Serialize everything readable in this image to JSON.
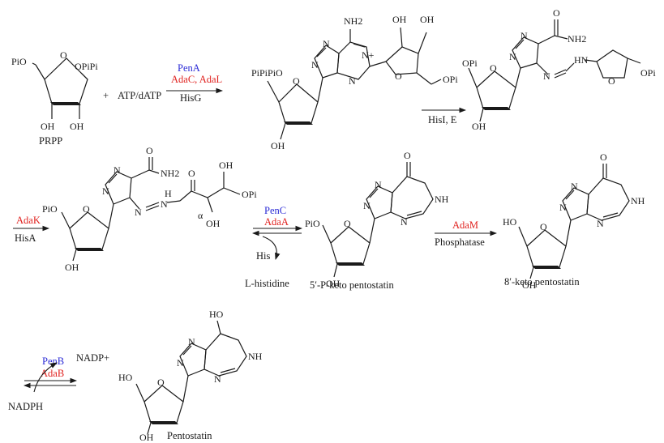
{
  "colors": {
    "enzyme_pen": "#2b2bd6",
    "enzyme_ada": "#e0221f",
    "ink": "#1a1a1a"
  },
  "prpp": {
    "name": "PRPP",
    "pio": "PiO",
    "opipi": "OPiPi",
    "oh1": "OH",
    "oh2": "OH"
  },
  "reactant": {
    "plus": "+",
    "atp": "ATP/dATP"
  },
  "step1": {
    "enz_pen": "PenA",
    "enz_ada": "AdaC, AdaL",
    "enz_his": "HisG"
  },
  "cmpd1": {
    "pipipio": "PiPiPiO",
    "nh2": "NH2",
    "oh_a": "OH",
    "oh_b": "OH",
    "opi": "OPi",
    "oh_base": "OH",
    "nplus": "N+"
  },
  "step2": {
    "enz_his": "HisI, E"
  },
  "cmpd2": {
    "opi_left": "OPi",
    "conh2": "NH2",
    "nh": "HN",
    "opi_right": "OPi",
    "oh_base": "OH"
  },
  "step3": {
    "enz_ada": "AdaK",
    "enz_his": "HisA"
  },
  "cmpd3": {
    "pio": "PiO",
    "nh2": "NH2",
    "alpha": "α",
    "opi": "OPi",
    "oh_a": "OH",
    "oh_b": "OH",
    "oh_base": "OH",
    "o_keto": "O",
    "nh": "N",
    "h": "H"
  },
  "step4": {
    "enz_pen": "PenC",
    "enz_ada": "AdaA",
    "his": "His",
    "histidine": "L-histidine"
  },
  "cmpd4": {
    "name": "5′-P-keto pentostatin",
    "pio": "PiO",
    "o": "O",
    "nh": "NH",
    "oh_base": "OH"
  },
  "step5": {
    "enz_ada": "AdaM",
    "enz_other": "Phosphatase"
  },
  "cmpd5": {
    "name": "8′-keto pentostatin",
    "ho": "HO",
    "o": "O",
    "nh": "NH",
    "oh_base": "OH"
  },
  "step6": {
    "enz_pen": "PenB",
    "enz_ada": "AdaB",
    "nadp": "NADP+",
    "nadph": "NADPH"
  },
  "cmpd6": {
    "name": "Pentostatin",
    "ho": "HO",
    "ho_top": "HO",
    "nh": "NH",
    "oh_base": "OH"
  }
}
